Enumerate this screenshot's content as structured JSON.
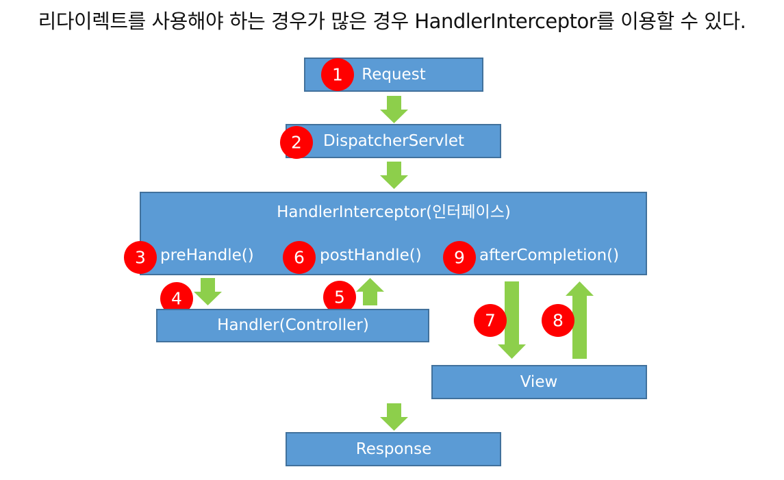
{
  "heading": "리다이렉트를 사용해야 하는 경우가 많은 경우 HandlerInterceptor를 이용할 수 있다.",
  "boxes": {
    "request": "Request",
    "dispatcher": "DispatcherServlet",
    "interceptor": "HandlerInterceptor(인터페이스)",
    "handler": "Handler(Controller)",
    "view": "View",
    "response": "Response"
  },
  "methods": {
    "pre": "preHandle()",
    "post": "postHandle()",
    "after": "afterCompletion()"
  },
  "steps": [
    "1",
    "2",
    "3",
    "4",
    "5",
    "6",
    "7",
    "8",
    "9"
  ],
  "colors": {
    "box_fill": "#5b9bd5",
    "box_border": "#41719c",
    "badge": "#ff0000",
    "arrow": "#8dcf4b"
  }
}
